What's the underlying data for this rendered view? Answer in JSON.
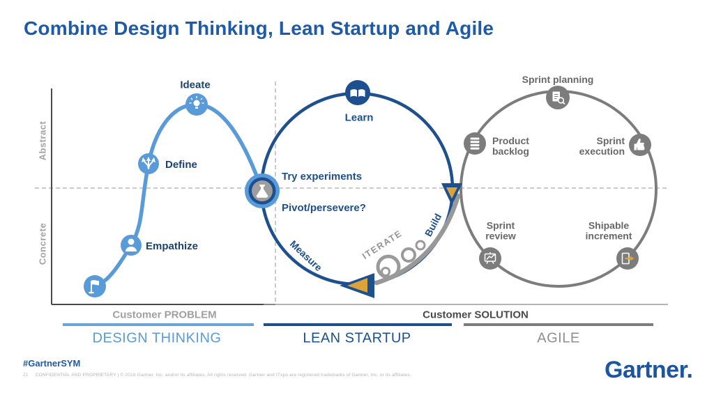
{
  "slide": {
    "title": "Combine Design Thinking, Lean Startup and Agile",
    "hashtag": "#GartnerSYM",
    "page_number": "21",
    "legal": "CONFIDENTIAL AND PROPRIETARY  |  © 2016 Gartner, Inc. and/or its affiliates. All rights reserved. Gartner and ITxpo are registered trademarks of Gartner, Inc. or its affiliates.",
    "logo_text": "Gartner."
  },
  "axis": {
    "y_top": "Abstract",
    "y_bottom": "Concrete"
  },
  "design_thinking": {
    "section_label": "DESIGN THINKING",
    "span_label": "Customer PROBLEM",
    "stages": [
      {
        "label": "",
        "icon": "flag-icon"
      },
      {
        "label": "Empathize",
        "icon": "person-icon"
      },
      {
        "label": "Define",
        "icon": "branch-arrows-icon"
      },
      {
        "label": "Ideate",
        "icon": "lightbulb-icon"
      }
    ]
  },
  "lean_startup": {
    "section_label": "LEAN STARTUP",
    "learn_label": "Learn",
    "learn_icon": "open-book-icon",
    "experiment_icon": "flask-icon",
    "try_label": "Try experiments",
    "pivot_label": "Pivot/persevere?",
    "measure_label": "Measure",
    "build_label": "Build",
    "iterate_label": "ITERATE"
  },
  "agile": {
    "section_label": "AGILE",
    "span_label": "Customer SOLUTION",
    "nodes": [
      {
        "label": "Sprint planning",
        "icon": "doc-magnifier-icon"
      },
      {
        "label": "Product\nbacklog",
        "icon": "backlog-list-icon"
      },
      {
        "label": "Sprint\nexecution",
        "icon": "thumbs-up-icon"
      },
      {
        "label": "Sprint\nreview",
        "icon": "presentation-chart-icon"
      },
      {
        "label": "Shipable\nincrement",
        "icon": "export-door-icon"
      }
    ]
  },
  "colors": {
    "title_blue": "#1d5aa8",
    "light_blue": "#589bd8",
    "dark_blue": "#1e4f8f",
    "agile_gray": "#7c7c7c",
    "light_gray": "#a0a0a0",
    "charcoal": "#4a4a4a",
    "gold": "#dba43b"
  }
}
